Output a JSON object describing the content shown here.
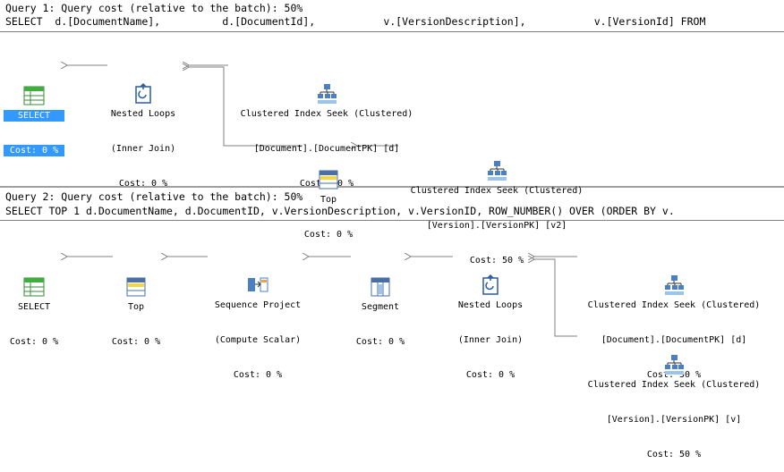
{
  "query1": {
    "header": "Query 1: Query cost (relative to the batch): 50%",
    "sql": "SELECT  d.[DocumentName],          d.[DocumentId],           v.[VersionDescription],           v.[VersionId] FROM",
    "nodes": {
      "select": {
        "lines": [
          "SELECT",
          "Cost: 0 %"
        ],
        "icon": "select-icon"
      },
      "nested": {
        "lines": [
          "Nested Loops",
          "(Inner Join)",
          "Cost: 0 %"
        ],
        "icon": "nested-loops-icon"
      },
      "seek1": {
        "lines": [
          "Clustered Index Seek (Clustered)",
          "[Document].[DocumentPK] [d]",
          "Cost: 50 %"
        ],
        "icon": "index-seek-icon"
      },
      "top": {
        "lines": [
          "Top",
          "Cost: 0 %"
        ],
        "icon": "top-icon"
      },
      "seek2": {
        "lines": [
          "Clustered Index Seek (Clustered)",
          "[Version].[VersionPK] [v2]",
          "Cost: 50 %"
        ],
        "icon": "index-seek-icon"
      }
    }
  },
  "query2": {
    "header": "Query 2: Query cost (relative to the batch): 50%",
    "sql": "SELECT TOP 1 d.DocumentName, d.DocumentID, v.VersionDescription, v.VersionID, ROW_NUMBER() OVER (ORDER BY v.",
    "nodes": {
      "select": {
        "lines": [
          "SELECT",
          "Cost: 0 %"
        ],
        "icon": "select-icon"
      },
      "top": {
        "lines": [
          "Top",
          "Cost: 0 %"
        ],
        "icon": "top-icon"
      },
      "seqproj": {
        "lines": [
          "Sequence Project",
          "(Compute Scalar)",
          "Cost: 0 %"
        ],
        "icon": "sequence-project-icon"
      },
      "segment": {
        "lines": [
          "Segment",
          "Cost: 0 %"
        ],
        "icon": "segment-icon"
      },
      "nested": {
        "lines": [
          "Nested Loops",
          "(Inner Join)",
          "Cost: 0 %"
        ],
        "icon": "nested-loops-icon"
      },
      "seek1": {
        "lines": [
          "Clustered Index Seek (Clustered)",
          "[Document].[DocumentPK] [d]",
          "Cost: 50 %"
        ],
        "icon": "index-seek-icon"
      },
      "seek2": {
        "lines": [
          "Clustered Index Seek (Clustered)",
          "[Version].[VersionPK] [v]",
          "Cost: 50 %"
        ],
        "icon": "index-seek-icon"
      }
    }
  },
  "colors": {
    "selection": "#3399ff",
    "arrow": "#808080"
  }
}
